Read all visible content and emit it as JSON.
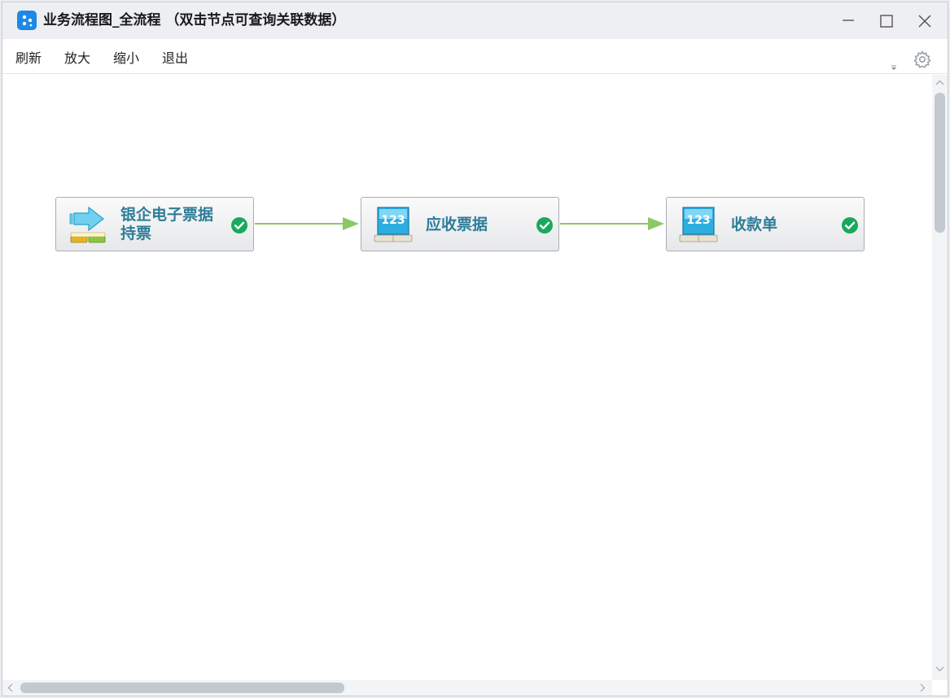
{
  "window": {
    "title": "业务流程图_全流程 （双击节点可查询关联数据）",
    "icon": "flow-diagram-icon",
    "controls": [
      "minimize-icon",
      "maximize-icon",
      "close-icon"
    ]
  },
  "menu": {
    "items": [
      {
        "label": "刷新"
      },
      {
        "label": "放大"
      },
      {
        "label": "缩小"
      },
      {
        "label": "退出"
      }
    ]
  },
  "flow": {
    "nodes": [
      {
        "label": "银企电子票据持票",
        "icon": "bill-transfer-icon",
        "status": "completed"
      },
      {
        "label": "应收票据",
        "icon": "voucher-123-icon",
        "status": "completed"
      },
      {
        "label": "收款单",
        "icon": "voucher-123-icon",
        "status": "completed"
      }
    ]
  },
  "colors": {
    "accent": "#1e88e5",
    "node_text": "#2e7d99",
    "arrow": "#8cc863",
    "check": "#1aa85c"
  }
}
